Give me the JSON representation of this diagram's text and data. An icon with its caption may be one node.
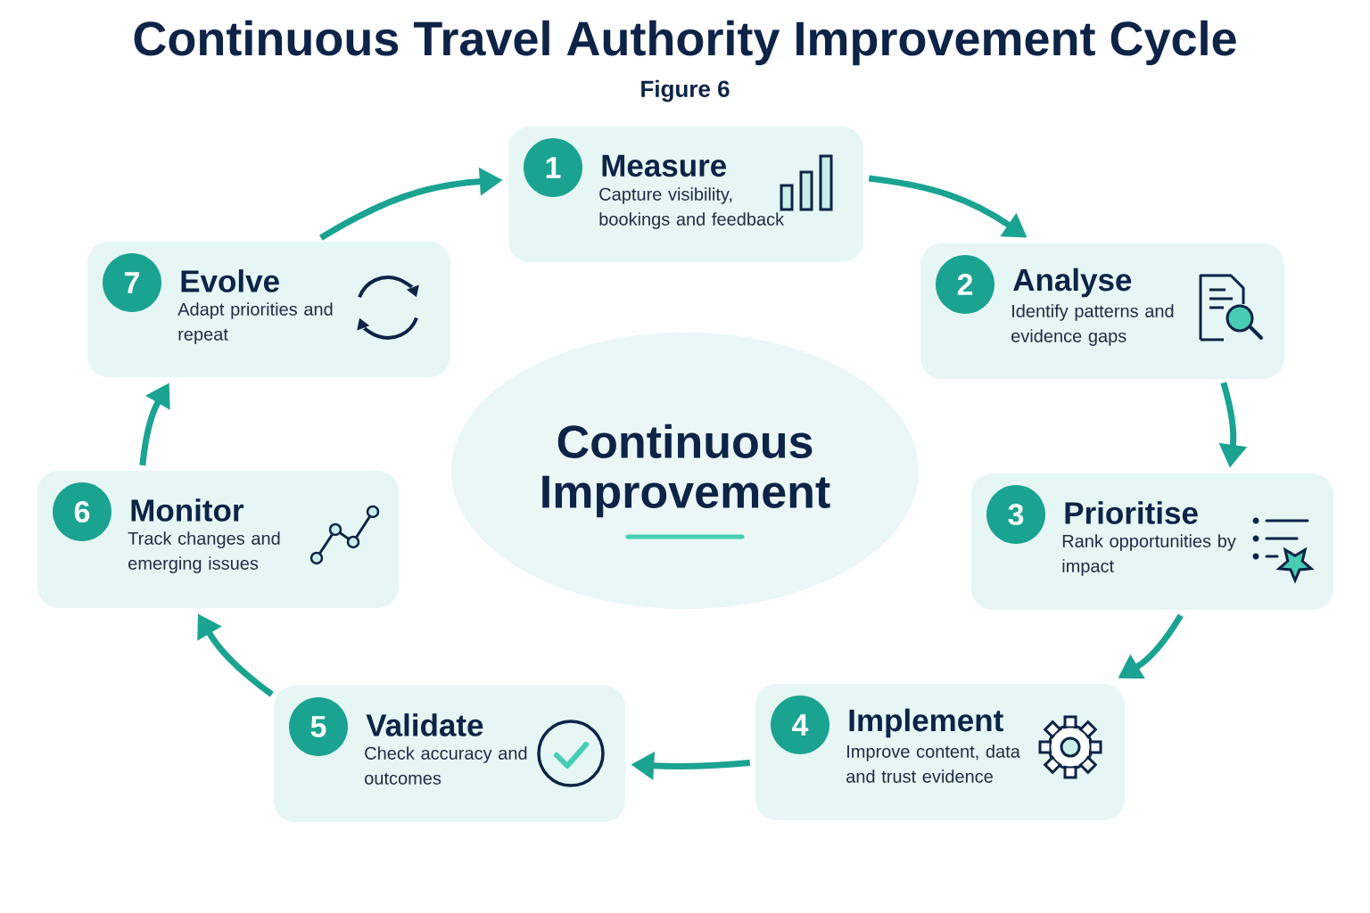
{
  "diagram": {
    "title": "Continuous Travel Authority Improvement Cycle",
    "caption": "Figure 6",
    "nodes": [
      {
        "text": [
          "1",
          "Measure",
          "Capture visibility, bookings and feedback"
        ]
      },
      {
        "text": [
          "2",
          "Analyse",
          "Identify patterns and evidence gaps"
        ]
      },
      {
        "text": [
          "3",
          "Prioritise",
          "Rank opportunities by impact"
        ]
      },
      {
        "text": [
          "4",
          "Implement",
          "Improve content, data and trust evidence"
        ]
      },
      {
        "text": [
          "5",
          "Validate",
          "Check accuracy and outcomes"
        ]
      },
      {
        "text": [
          "6",
          "Monitor",
          "Track changes and emerging issues"
        ]
      },
      {
        "text": [
          "7",
          "Evolve",
          "Adapt priorities and repeat"
        ]
      },
      {
        "text": [
          "Continuous Improvement"
        ]
      }
    ],
    "edges": [
      {
        "from": 0,
        "to": 1,
        "arrow": "to"
      },
      {
        "from": 1,
        "to": 2,
        "arrow": "to"
      },
      {
        "from": 2,
        "to": 3,
        "arrow": "to"
      },
      {
        "from": 3,
        "to": 4,
        "arrow": "to"
      },
      {
        "from": 4,
        "to": 5,
        "arrow": "to"
      },
      {
        "from": 5,
        "to": 6,
        "arrow": "to"
      },
      {
        "from": 6,
        "to": 0,
        "arrow": "to"
      }
    ]
  }
}
